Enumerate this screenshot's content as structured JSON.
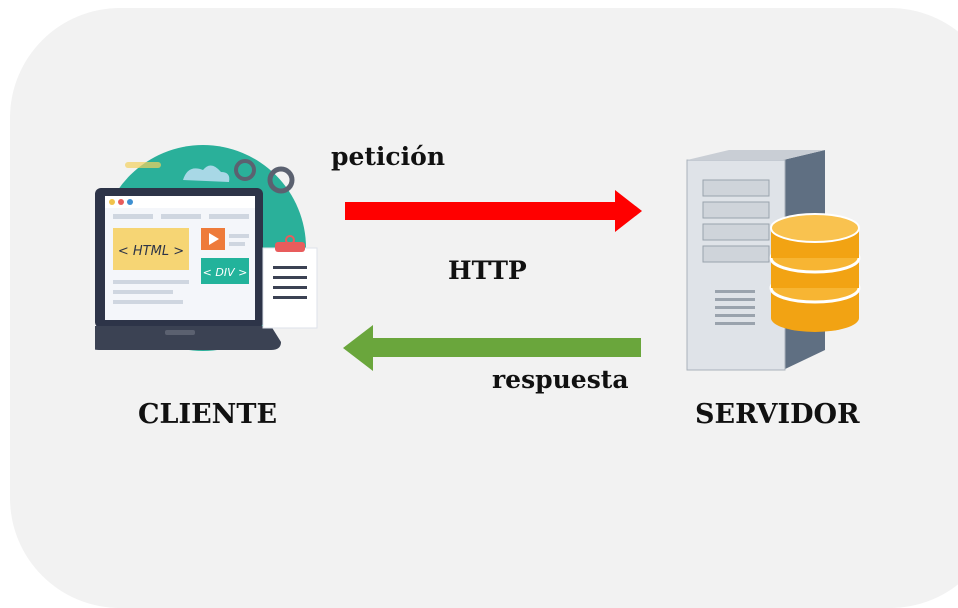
{
  "labels": {
    "request": "petición",
    "protocol": "HTTP",
    "response": "respuesta",
    "client": "CLIENTE",
    "server": "SERVIDOR"
  },
  "client_icon": {
    "html_tag": "< HTML >",
    "div_tag": "< DIV >"
  },
  "colors": {
    "request_arrow": "#ff0000",
    "response_arrow": "#6aa63c",
    "background_panel": "#f2f2f2",
    "database": "#f2a313"
  }
}
